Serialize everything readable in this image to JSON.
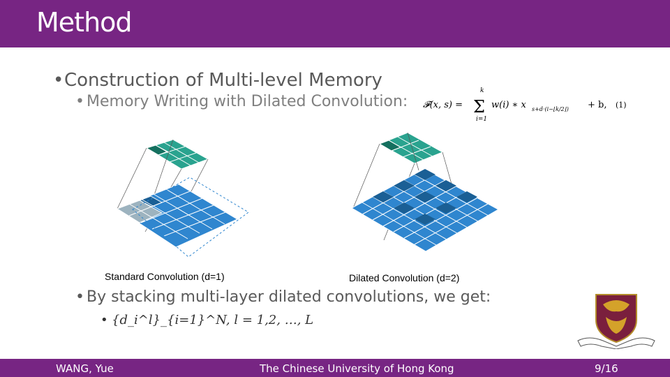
{
  "header": {
    "title": "Method"
  },
  "bullets": {
    "level1": "Construction of Multi-level Memory",
    "level2_a": "Memory Writing with Dilated Convolution:",
    "level2_b": "By stacking multi-layer dilated convolutions, we get:",
    "level3_math": "{d_i^l}_{i=1}^N, l = 1,2, …, L"
  },
  "equation": {
    "lhs": "𝓕(x, s) =",
    "sum_upper": "k",
    "sum_lower": "i=1",
    "rhs": "w(i) ∗ x",
    "subscript": "s+d·(i−⌊k/2⌋)",
    "tail": "+ b,",
    "number": "(1)"
  },
  "figures": {
    "left_caption": "Standard Convolution (d=1)",
    "right_caption": "Dilated Convolution (d=2)"
  },
  "footer": {
    "author": "WANG, Yue",
    "institution": "The Chinese University of Hong Kong",
    "page": "9/16"
  },
  "colors": {
    "brand_purple": "#772583",
    "kernel_teal": "#2aa38f",
    "input_blue": "#2f86cf",
    "active_blue": "#1a5f95"
  }
}
